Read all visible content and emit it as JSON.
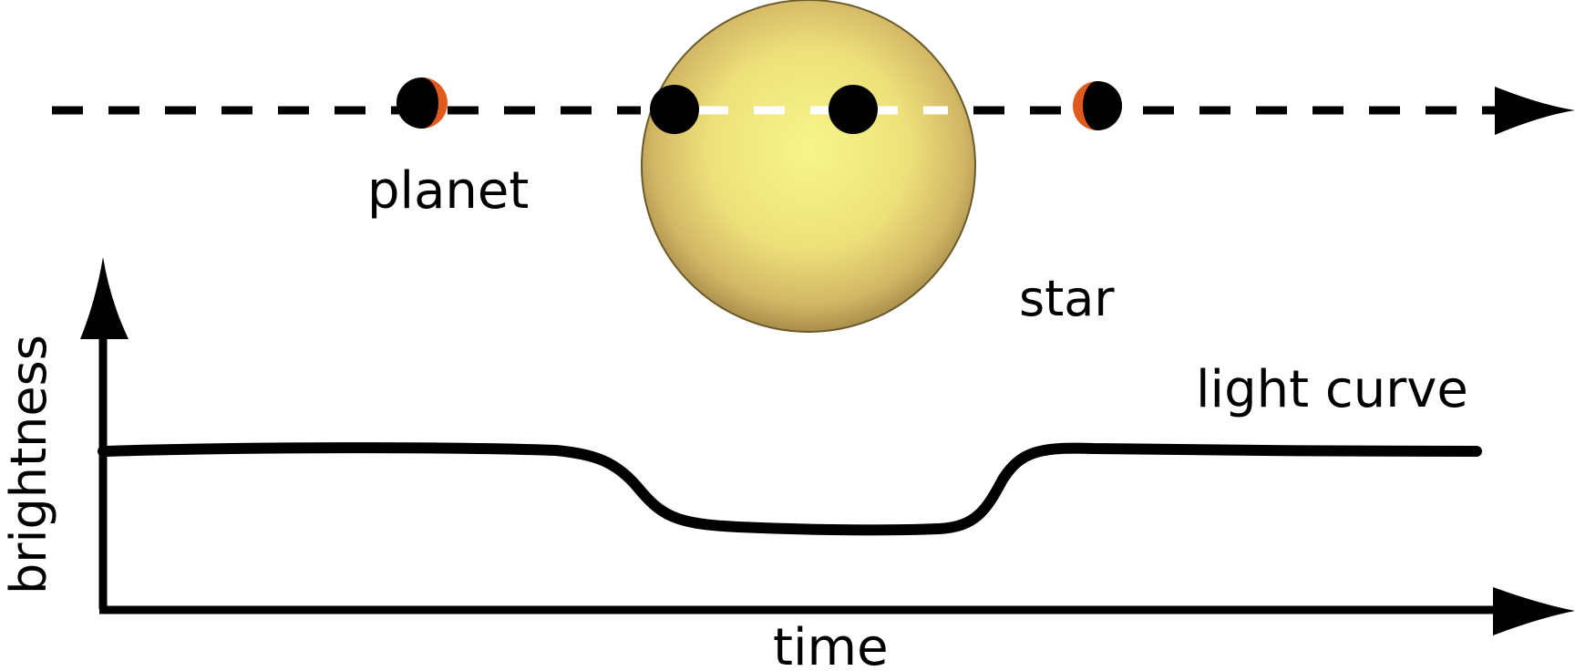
{
  "labels": {
    "planet": "planet",
    "star": "star",
    "light_curve": "light curve",
    "y_axis": "brightness",
    "x_axis": "time"
  },
  "colors": {
    "planet_body": "#000000",
    "planet_lit_side": "#e05a1e",
    "star_center": "#f7f68a",
    "star_edge": "#b59a52",
    "orbit_dash_outside": "#000000",
    "orbit_dash_on_star": "#ffffff",
    "ink": "#000000"
  },
  "icons": [
    "planet-icon",
    "star-icon",
    "arrow-icon"
  ]
}
